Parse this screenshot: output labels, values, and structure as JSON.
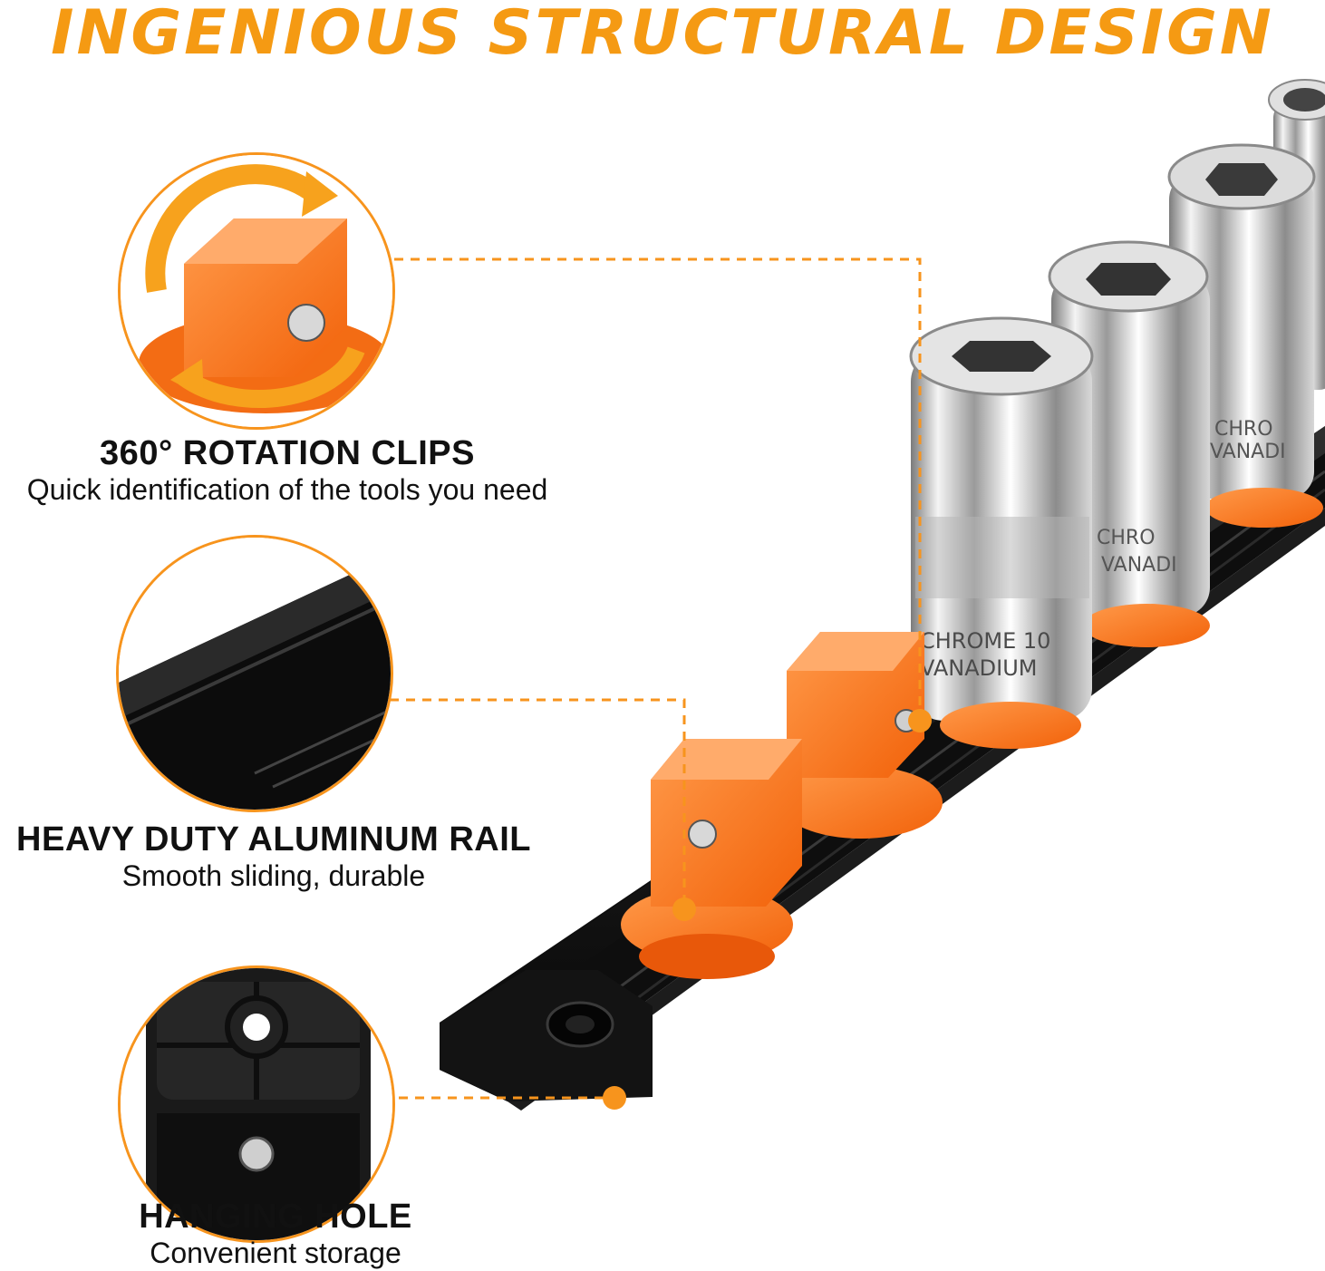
{
  "title": "INGENIOUS STRUCTURAL DESIGN",
  "colors": {
    "accent": "#f7941d",
    "title": "#f59a13",
    "clip": "#ff7a1a",
    "rail": "#111111",
    "text": "#111111"
  },
  "features": [
    {
      "heading": "360° ROTATION CLIPS",
      "subtitle": "Quick identification of the tools you need",
      "icon": "rotation-clip-icon"
    },
    {
      "heading": "HEAVY DUTY ALUMINUM RAIL",
      "subtitle": "Smooth sliding, durable",
      "icon": "aluminum-rail-icon"
    },
    {
      "heading": "HANGING HOLE",
      "subtitle": "Convenient storage",
      "icon": "hanging-hole-icon"
    }
  ],
  "product": {
    "socket_markings": [
      "CHROME 10",
      "VANADIUM",
      "CHRO",
      "VANADI"
    ]
  }
}
